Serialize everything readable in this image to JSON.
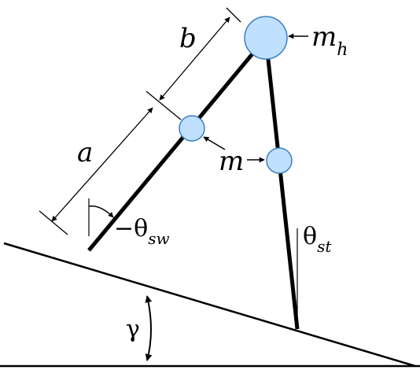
{
  "diagram": {
    "labels": {
      "hip_mass": "m",
      "hip_mass_sub": "h",
      "leg_mass": "m",
      "upper_length": "b",
      "lower_length": "a",
      "swing_angle_prefix": "−θ",
      "swing_angle_sub": "sw",
      "stance_angle": "θ",
      "stance_angle_sub": "st",
      "slope_angle": "γ"
    },
    "colors": {
      "mass_fill": "#bfe0ff",
      "mass_stroke": "#3d7fc0",
      "line": "#000000"
    }
  }
}
